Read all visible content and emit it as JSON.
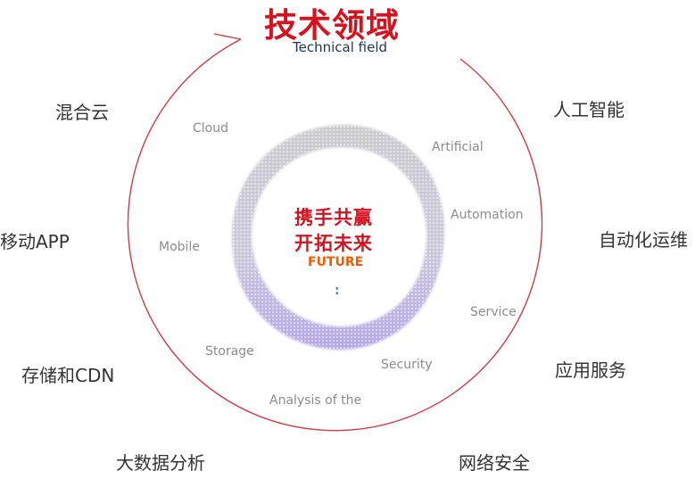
{
  "title": {
    "zh": "技术领域",
    "en": "Technical field"
  },
  "center": {
    "line1": "携手共赢",
    "line2": "开拓未来",
    "line3": "FUTURE",
    "dots": ":"
  },
  "outer_labels": {
    "hybrid_cloud": "混合云",
    "mobile_app": "移动APP",
    "storage_cdn": "存储和CDN",
    "big_data": "大数据分析",
    "ai": "人工智能",
    "auto_ops": "自动化运维",
    "app_service": "应用服务",
    "net_security": "网络安全"
  },
  "inner_labels": {
    "cloud": "Cloud",
    "mobile": "Mobile",
    "storage": "Storage",
    "analysis": "Analysis of the",
    "artificial": "Artificial",
    "automation": "Automation",
    "service": "Service",
    "security": "Security"
  },
  "colors": {
    "accent": "#d6121e",
    "ring_gray": "#c8c8cc",
    "ring_purple": "#b8a8e6"
  }
}
